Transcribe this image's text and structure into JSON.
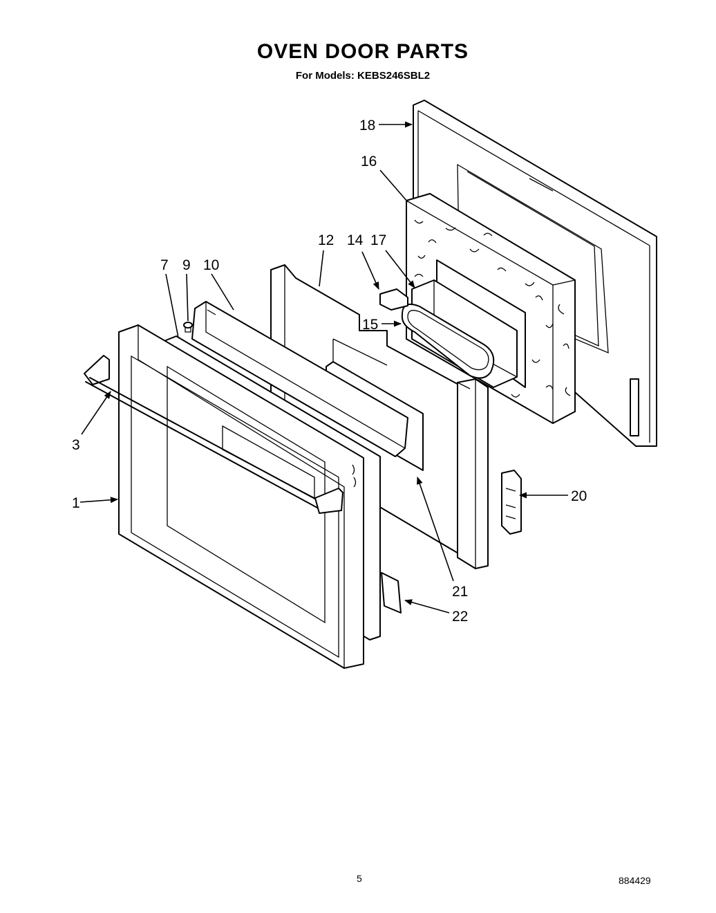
{
  "header": {
    "title": "OVEN DOOR PARTS",
    "subtitle": "For Models: KEBS246SBL2"
  },
  "callouts": [
    "1",
    "3",
    "7",
    "9",
    "10",
    "12",
    "14",
    "17",
    "15",
    "16",
    "18",
    "20",
    "21",
    "22"
  ],
  "footer": {
    "page_number": "5",
    "document_number": "884429"
  }
}
